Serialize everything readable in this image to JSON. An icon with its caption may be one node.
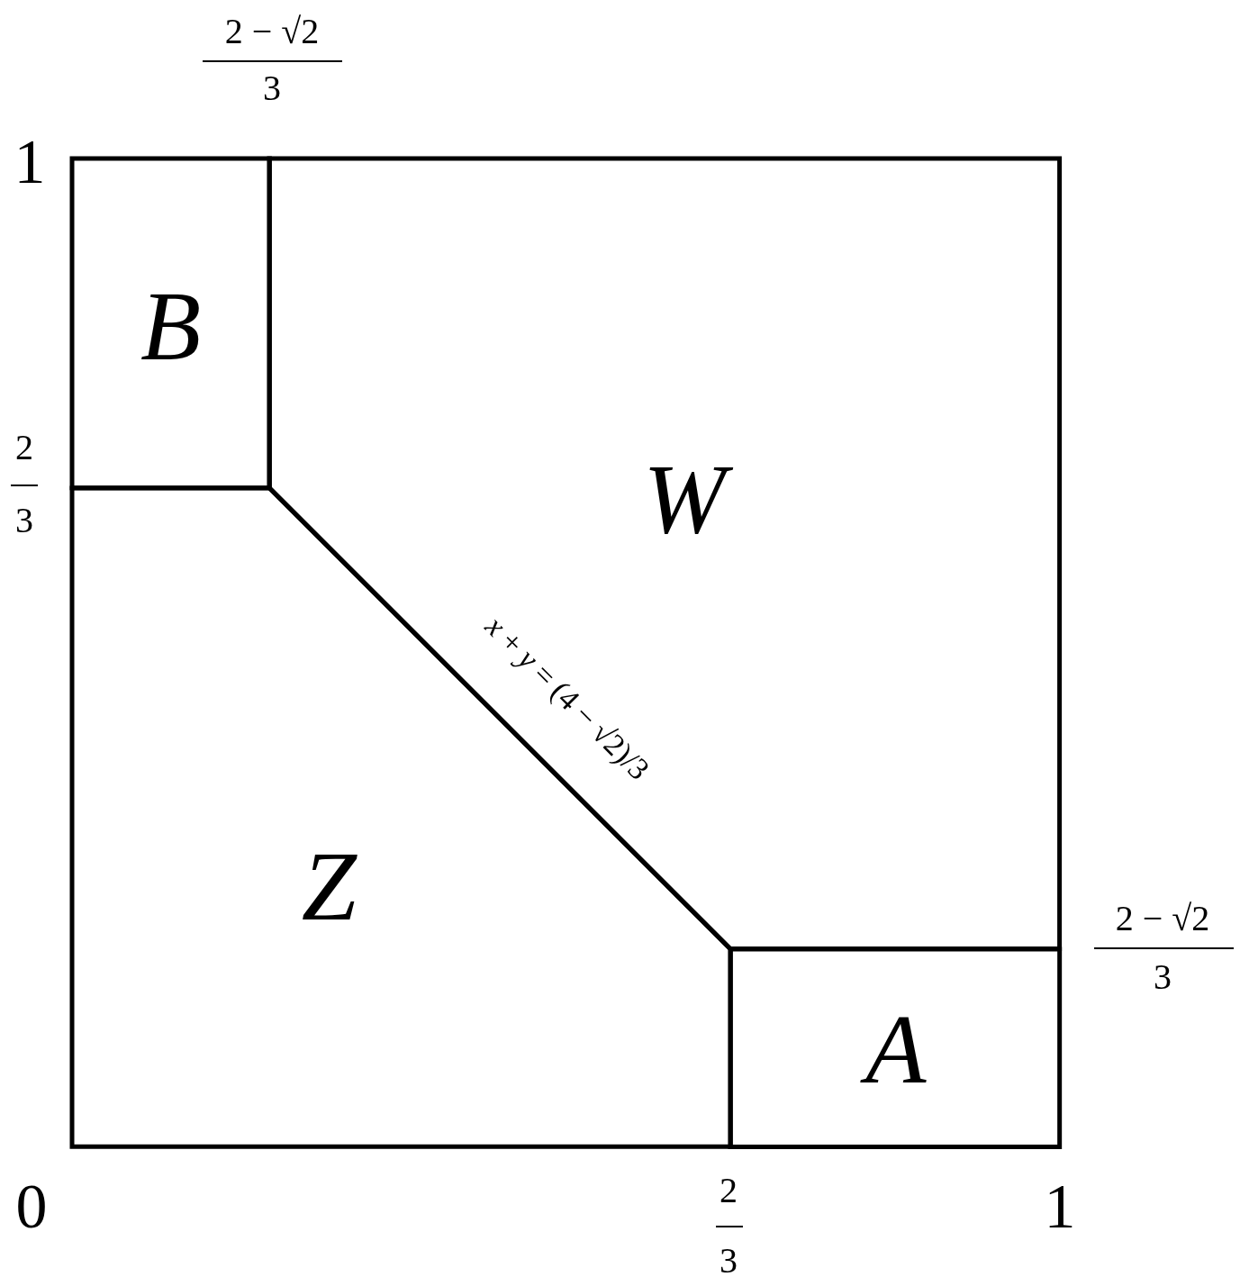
{
  "diagram": {
    "nodes": [
      {
        "text": [
          "B"
        ]
      },
      {
        "text": [
          "W"
        ]
      },
      {
        "text": [
          "Z"
        ]
      },
      {
        "text": [
          "A"
        ]
      }
    ],
    "labels": [
      "2 − √2",
      "3",
      "1",
      "2",
      "3",
      "2 − √2",
      "3",
      "0",
      "2",
      "3",
      "1",
      "*x* + *y* = (4 − √2)/3"
    ]
  }
}
